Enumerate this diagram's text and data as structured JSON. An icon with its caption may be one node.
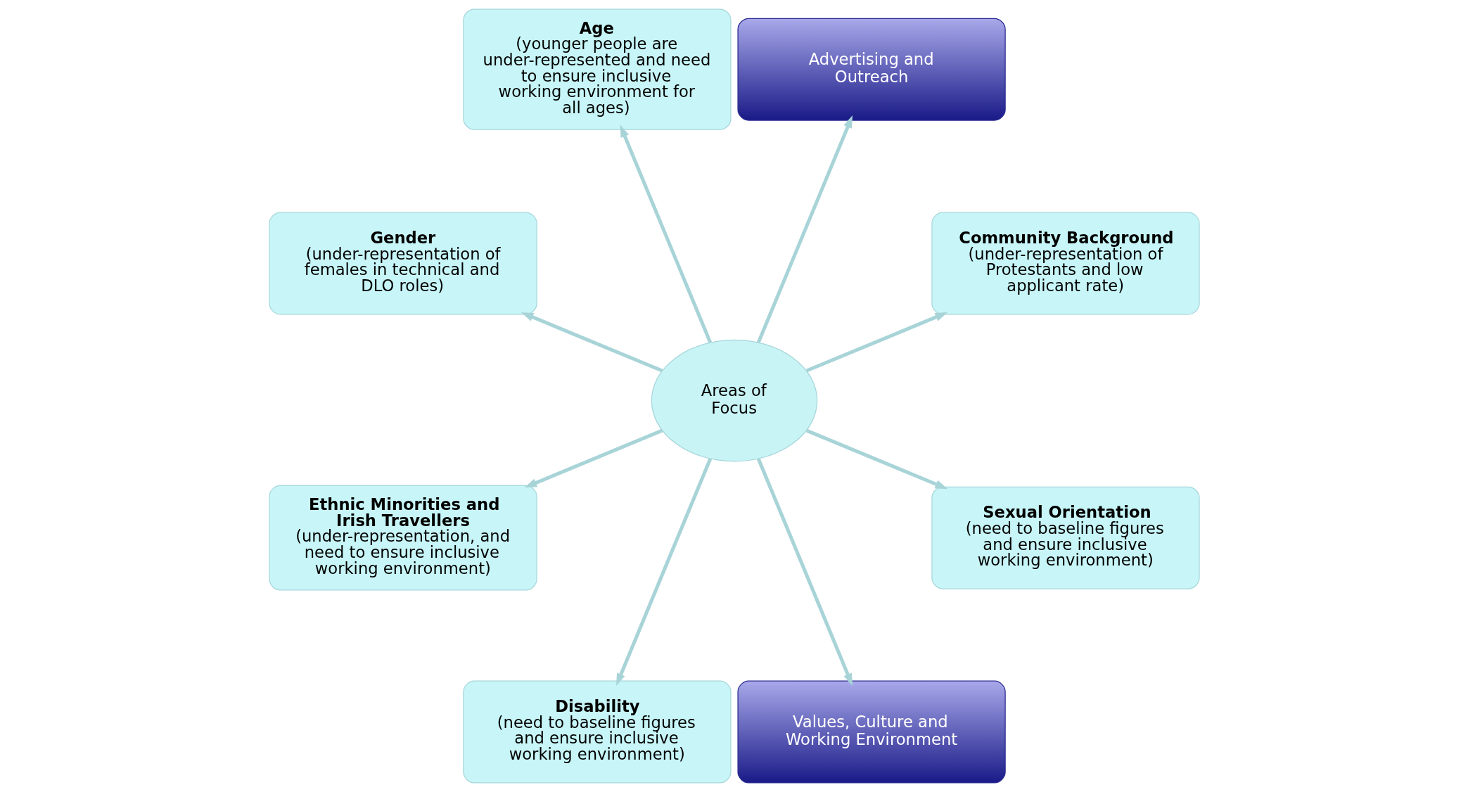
{
  "diagram": {
    "nodes": [
      {
        "text": [
          "Community Background",
          "(under-representation of Protestants and low applicant rate)"
        ]
      },
      {
        "text": [
          "Advertising and Outreach"
        ]
      },
      {
        "text": [
          "Age",
          "(younger people are under-represented and need to ensure inclusive working environment for all ages)"
        ]
      },
      {
        "text": [
          "Gender",
          "(under-representation of females in technical and DLO roles)"
        ]
      },
      {
        "text": [
          "Areas of Focus"
        ]
      },
      {
        "text": [
          "Ethnic Minorities and Irish Travellers",
          "(under-representation, and need to ensure inclusive working environment)"
        ]
      },
      {
        "text": [
          "Disability",
          "(need to baseline figures and ensure inclusive working environment)"
        ]
      },
      {
        "text": [
          "Values, Culture and Working Environment"
        ]
      },
      {
        "text": [
          "Sexual Orientation",
          "(need to baseline figures and ensure inclusive working environment)"
        ]
      }
    ],
    "edges": [
      {
        "from": 4,
        "to": 0,
        "arrow": "to"
      },
      {
        "from": 4,
        "to": 1,
        "arrow": "to"
      },
      {
        "from": 4,
        "to": 2,
        "arrow": "to"
      },
      {
        "from": 4,
        "to": 3,
        "arrow": "to"
      },
      {
        "from": 4,
        "to": 5,
        "arrow": "to"
      },
      {
        "from": 4,
        "to": 6,
        "arrow": "to"
      },
      {
        "from": 4,
        "to": 7,
        "arrow": "to"
      },
      {
        "from": 4,
        "to": 8,
        "arrow": "to"
      }
    ]
  }
}
